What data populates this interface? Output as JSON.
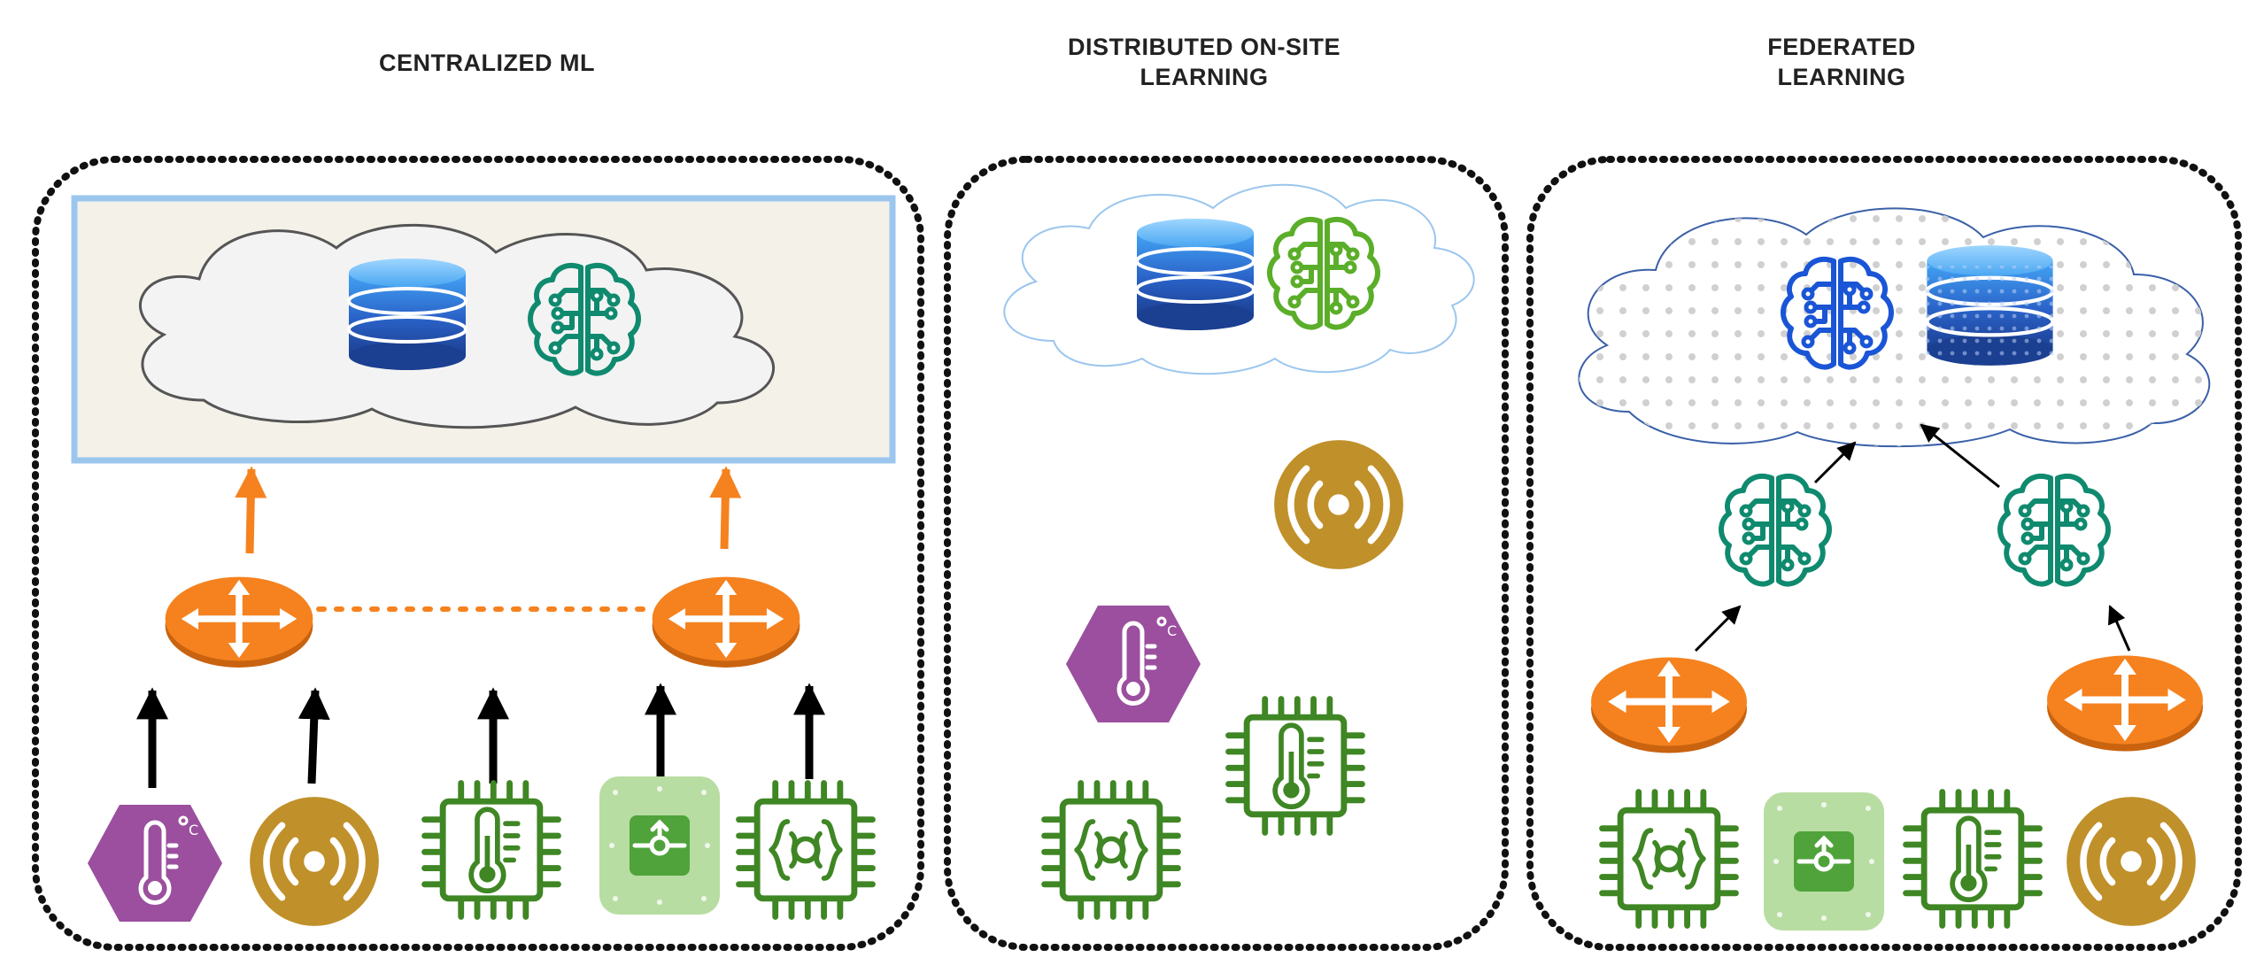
{
  "panels": [
    {
      "id": "centralized",
      "title": "CENTRALIZED ML",
      "title_lines": [
        "CENTRALIZED ML"
      ]
    },
    {
      "id": "distributed",
      "title": "DISTRIBUTED ON-SITE LEARNING",
      "title_lines": [
        "DISTRIBUTED ON-SITE",
        "LEARNING"
      ]
    },
    {
      "id": "federated",
      "title": "FEDERATED LEARNING",
      "title_lines": [
        "FEDERATED",
        "LEARNING"
      ]
    }
  ],
  "icons": {
    "cloud": "cloud-icon",
    "database": "database-icon",
    "ml_model": "brain-circuit-icon",
    "router": "router-icon",
    "thermometer_hexagon": "thermometer-sensor-icon",
    "broadcast": "broadcast-sensor-icon",
    "chip_thermometer": "chip-thermometer-icon",
    "chip_code": "chip-code-icon",
    "actuator": "actuator-icon"
  },
  "colors": {
    "router_orange": "#F5821F",
    "sensor_purple": "#9B4F9E",
    "broadcast_gold": "#C0902A",
    "chip_green": "#3F8624",
    "brain_teal": "#0F8A6F",
    "brain_green": "#5BAE29",
    "brain_blue": "#1A55D6",
    "database_blue": "#2450A8",
    "cloud_frame_blue": "#9BC6EE",
    "actuator_green": "#6DBB45"
  }
}
